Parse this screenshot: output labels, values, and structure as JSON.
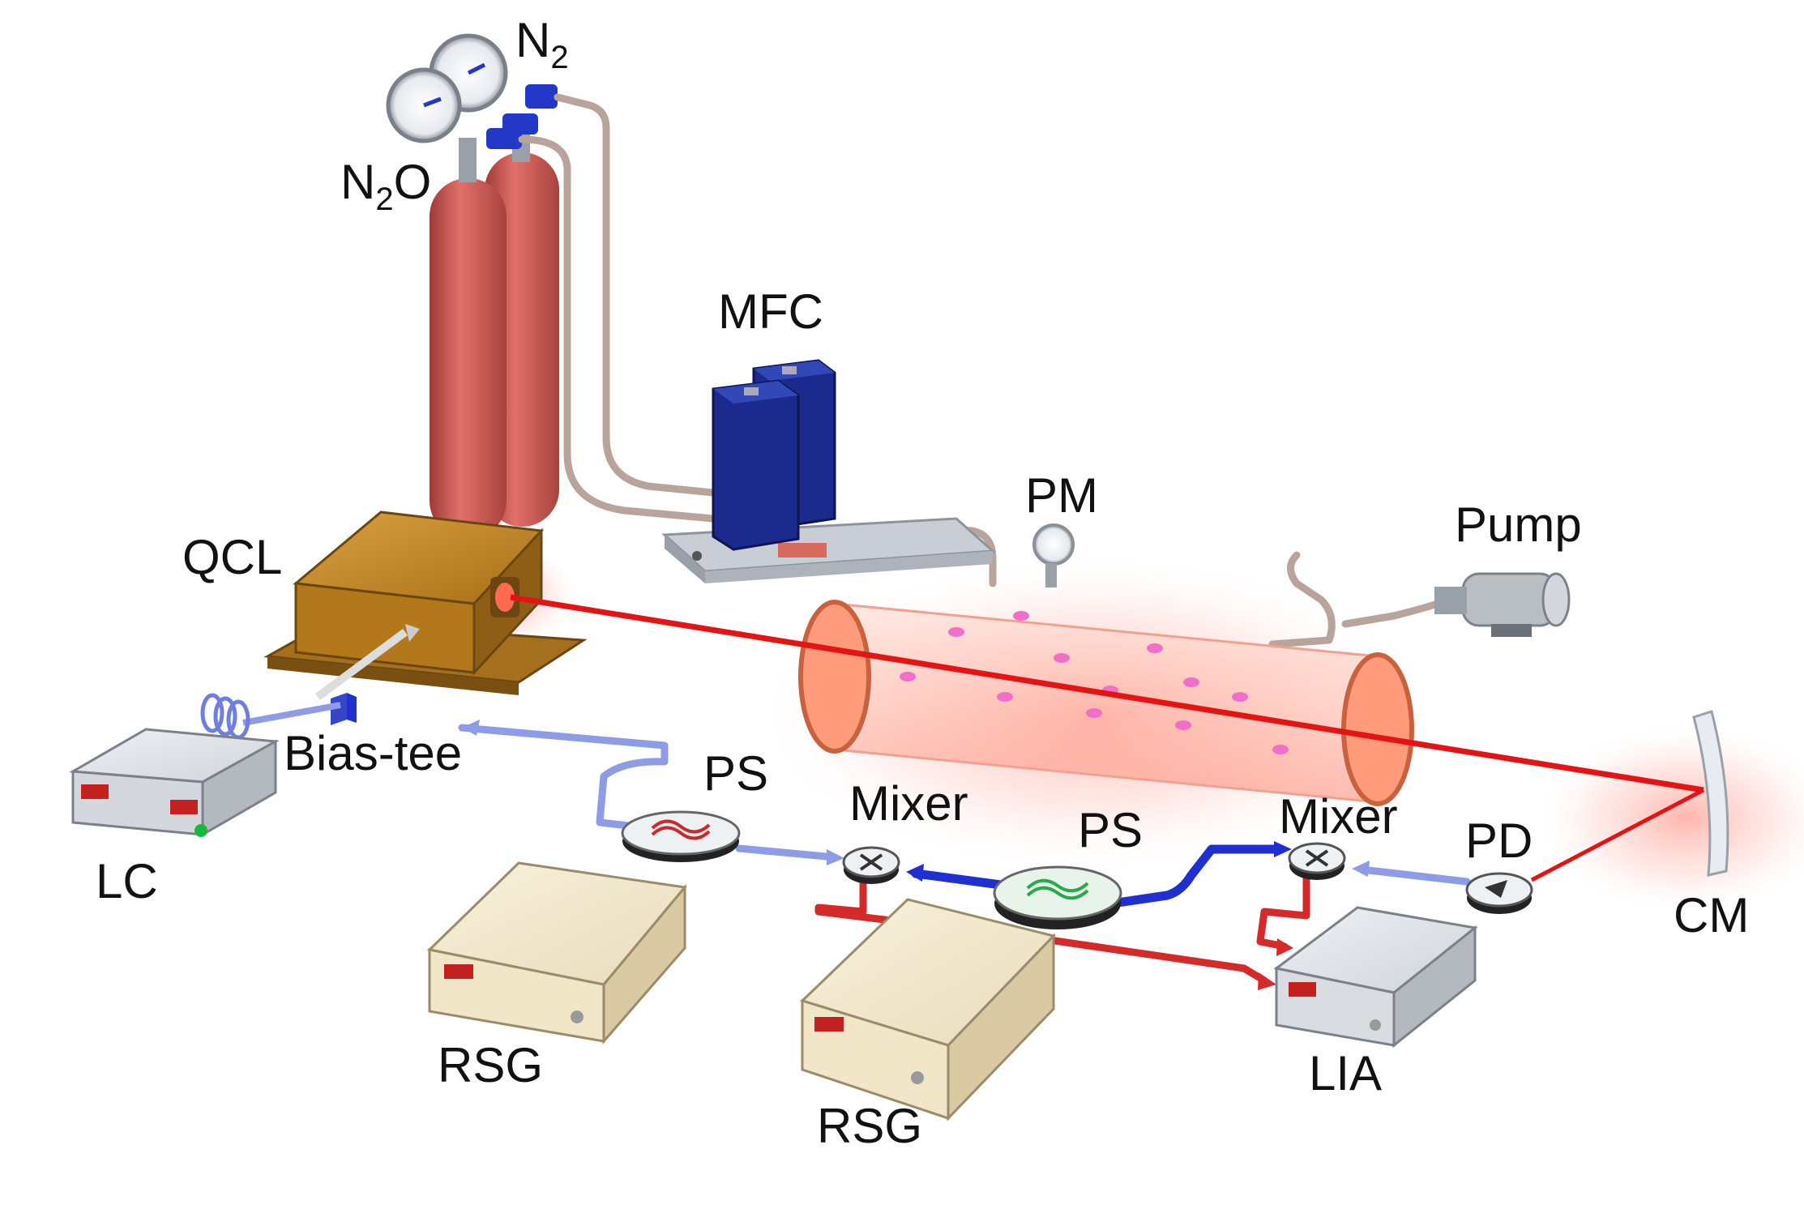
{
  "labels": {
    "n2": {
      "main": "N",
      "sub": "2"
    },
    "n2o": {
      "main": "N",
      "sub": "2",
      "tail": "O"
    },
    "mfc": "MFC",
    "pm": "PM",
    "pump": "Pump",
    "qcl": "QCL",
    "bias_tee": "Bias-tee",
    "lc": "LC",
    "ps_left": "PS",
    "ps_mid": "PS",
    "mixer_left": "Mixer",
    "mixer_right": "Mixer",
    "pd": "PD",
    "cm": "CM",
    "rsg_left": "RSG",
    "rsg_mid": "RSG",
    "lia": "LIA"
  },
  "colors": {
    "laser_beam": "#e41414",
    "signal_light": "#8e9ce6",
    "signal_dark": "#1f2fd0",
    "reference": "#d42a2a",
    "cylinder": "#d9625e",
    "qcl_body": "#b8801e",
    "mfc_body": "#1b2a8c",
    "cell_glow": "#ffb0a0",
    "gas_molecule": "#f06fc8"
  }
}
